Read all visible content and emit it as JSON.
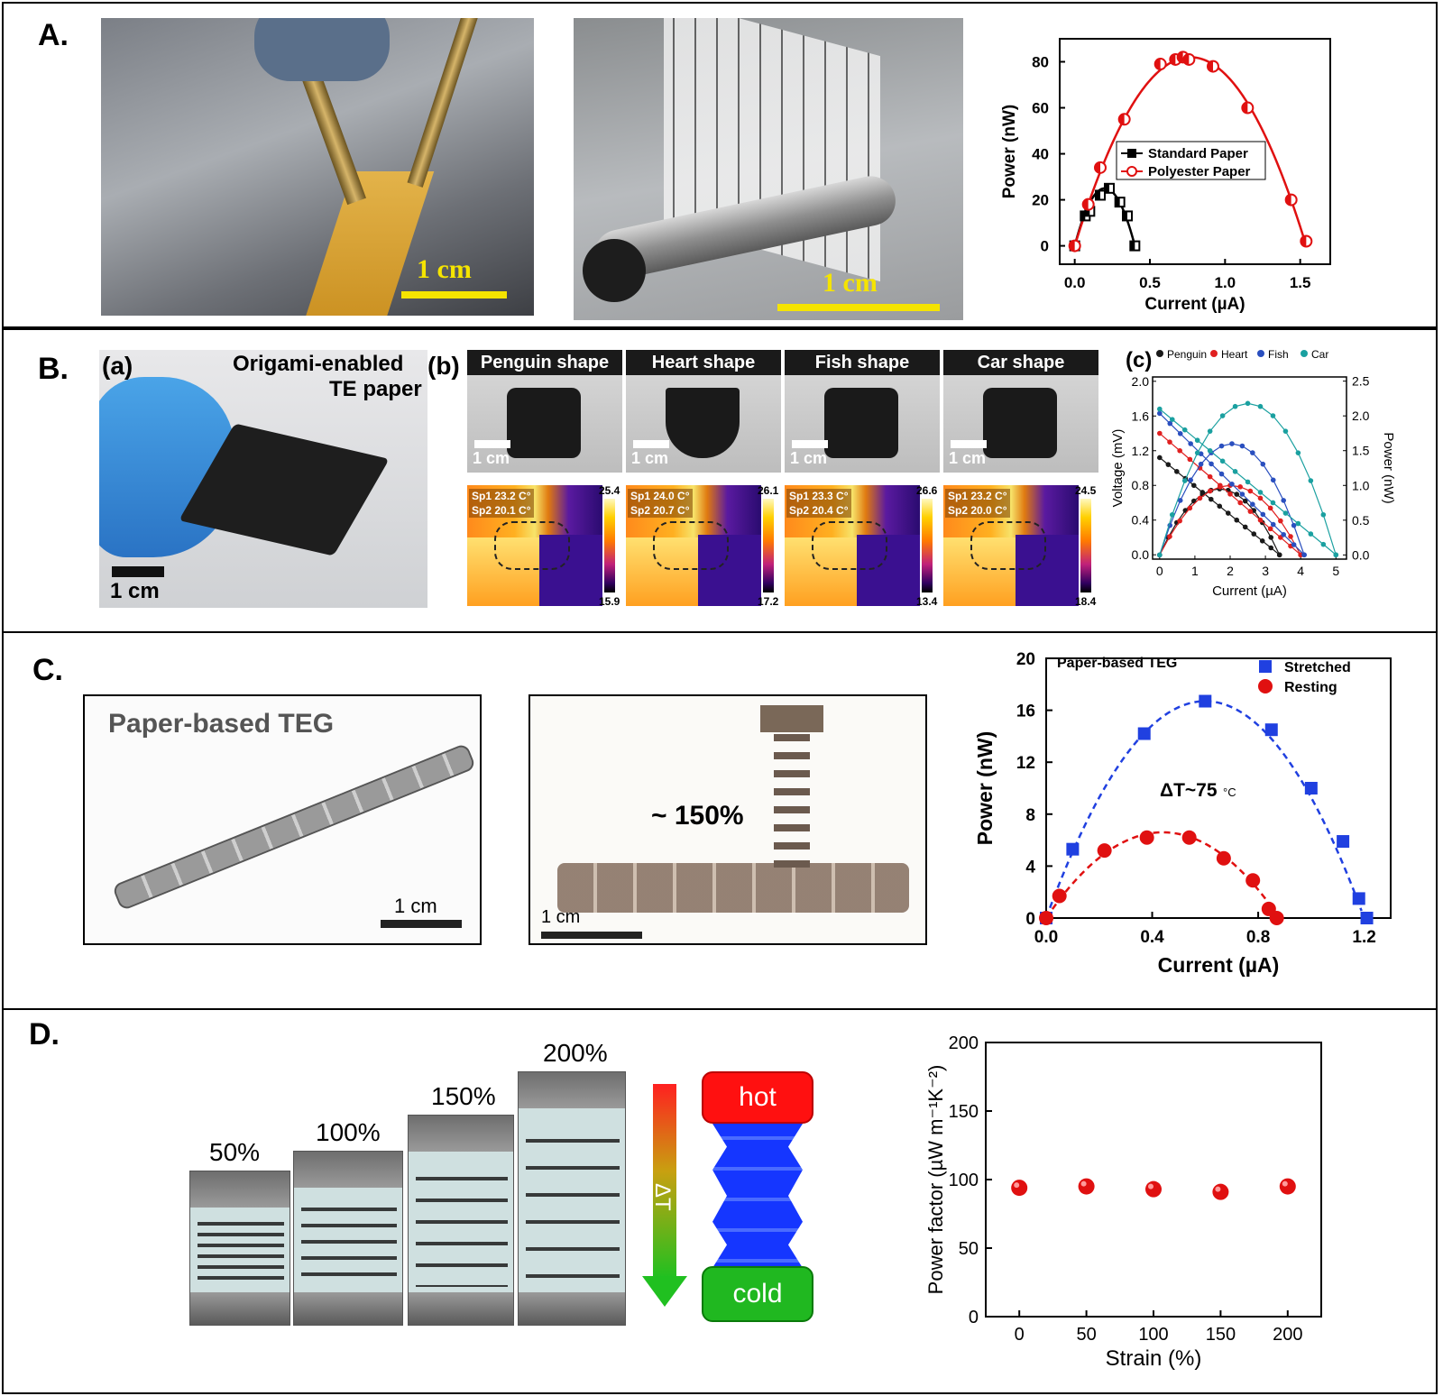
{
  "panelA": {
    "label": "A.",
    "photo1_scale": "1 cm",
    "photo2_scale": "1 cm",
    "chart": {
      "ylabel": "Power (nW)",
      "xlabel": "Current (µA)",
      "yticks": [
        "0",
        "20",
        "40",
        "60",
        "80"
      ],
      "xticks": [
        "0.0",
        "0.5",
        "1.0",
        "1.5"
      ],
      "legend": [
        "Standard Paper",
        "Polyester Paper"
      ]
    }
  },
  "panelB": {
    "label": "B.",
    "sub_a": "(a)",
    "sub_b": "(b)",
    "sub_c": "(c)",
    "origami_title": "Origami-enabled",
    "origami_title2": "TE paper",
    "photo_scale": "1 cm",
    "shapes": [
      {
        "name": "Penguin shape",
        "scale": "1 cm",
        "sp1": "Sp1  23.2 C°",
        "sp2": "Sp2  20.1 C°",
        "max": "25.4",
        "min": "15.9"
      },
      {
        "name": "Heart shape",
        "scale": "1 cm",
        "sp1": "Sp1  24.0 C°",
        "sp2": "Sp2  20.7 C°",
        "max": "26.1",
        "min": "17.2"
      },
      {
        "name": "Fish shape",
        "scale": "1 cm",
        "sp1": "Sp1  23.3 C°",
        "sp2": "Sp2  20.4 C°",
        "max": "26.6",
        "min": "13.4"
      },
      {
        "name": "Car shape",
        "scale": "1 cm",
        "sp1": "Sp1  23.2 C°",
        "sp2": "Sp2  20.0 C°",
        "max": "24.5",
        "min": "18.4"
      }
    ],
    "chart": {
      "ylabel_left": "Voltage (mV)",
      "ylabel_right": "Power (nW)",
      "xlabel": "Current (µA)",
      "yticks_left": [
        "0.0",
        "0.4",
        "0.8",
        "1.2",
        "1.6",
        "2.0"
      ],
      "yticks_right": [
        "0.0",
        "0.5",
        "1.0",
        "1.5",
        "2.0",
        "2.5"
      ],
      "xticks": [
        "0",
        "1",
        "2",
        "3",
        "4",
        "5"
      ],
      "legend": [
        "Penguin",
        "Heart",
        "Fish",
        "Car"
      ]
    }
  },
  "panelC": {
    "label": "C.",
    "photo1_title": "Paper-based TEG",
    "photo1_scale": "1 cm",
    "photo2_strain": "~ 150%",
    "photo2_scale": "1 cm",
    "chart": {
      "ylabel": "Power (nW)",
      "xlabel": "Current (µA)",
      "title": "Paper-based TEG",
      "annotation": "ΔT~75",
      "annotation_unit": "°C",
      "yticks": [
        "0",
        "4",
        "8",
        "12",
        "16",
        "20"
      ],
      "xticks": [
        "0.0",
        "0.4",
        "0.8",
        "1.2"
      ],
      "legend": [
        "Stretched",
        "Resting"
      ]
    }
  },
  "panelD": {
    "label": "D.",
    "strains": [
      "50%",
      "100%",
      "150%",
      "200%"
    ],
    "delta_t": "ΔT",
    "hot": "hot",
    "cold": "cold",
    "chart": {
      "ylabel": "Power factor (µW m⁻¹K⁻²)",
      "xlabel": "Strain (%)",
      "yticks": [
        "0",
        "50",
        "100",
        "150",
        "200"
      ],
      "xticks": [
        "0",
        "50",
        "100",
        "150",
        "200"
      ]
    }
  },
  "chart_data": [
    {
      "type": "scatter",
      "xlabel": "Current (µA)",
      "ylabel": "Power (nW)",
      "xlim": [
        -0.1,
        1.7
      ],
      "ylim": [
        -8,
        90
      ],
      "series": [
        {
          "name": "Standard Paper",
          "color": "#000000",
          "x": [
            0.0,
            0.07,
            0.1,
            0.17,
            0.23,
            0.3,
            0.35,
            0.4
          ],
          "y": [
            0,
            13,
            15,
            22,
            25,
            19,
            13,
            0
          ]
        },
        {
          "name": "Polyester Paper",
          "color": "#e01010",
          "x": [
            0.0,
            0.09,
            0.17,
            0.33,
            0.57,
            0.67,
            0.72,
            0.76,
            0.92,
            1.15,
            1.44,
            1.54
          ],
          "y": [
            0,
            18,
            34,
            55,
            79,
            81,
            82,
            81,
            78,
            60,
            20,
            2
          ]
        }
      ]
    },
    {
      "type": "line",
      "xlabel": "Current (µA)",
      "ylabel": "Voltage (mV)",
      "ylabel_right": "Power (nW)",
      "xlim": [
        -0.2,
        5.3
      ],
      "ylim": [
        -0.05,
        2.05
      ],
      "ylim_right": [
        -0.06,
        2.56
      ],
      "series": [
        {
          "name": "Penguin",
          "color": "#1a1a1a",
          "vmax": 1.12,
          "imax": 3.4,
          "pmax": 0.95
        },
        {
          "name": "Heart",
          "color": "#e02020",
          "vmax": 1.4,
          "imax": 4.0,
          "pmax": 1.0
        },
        {
          "name": "Fish",
          "color": "#2a4fbf",
          "vmax": 1.63,
          "imax": 4.1,
          "pmax": 1.6
        },
        {
          "name": "Car",
          "color": "#1aa0a0",
          "vmax": 1.68,
          "imax": 5.0,
          "pmax": 2.18
        }
      ]
    },
    {
      "type": "scatter",
      "title": "Paper-based TEG",
      "xlabel": "Current (µA)",
      "ylabel": "Power (nW)",
      "xlim": [
        0,
        1.3
      ],
      "ylim": [
        0,
        20
      ],
      "series": [
        {
          "name": "Stretched",
          "color": "#2040e0",
          "marker": "square",
          "x": [
            0.0,
            0.1,
            0.37,
            0.6,
            0.85,
            1.0,
            1.12,
            1.18,
            1.21
          ],
          "y": [
            0,
            5.3,
            14.2,
            16.7,
            14.5,
            10.0,
            5.9,
            1.5,
            0
          ]
        },
        {
          "name": "Resting",
          "color": "#e01010",
          "marker": "circle",
          "x": [
            0.0,
            0.05,
            0.22,
            0.38,
            0.54,
            0.67,
            0.78,
            0.84,
            0.87
          ],
          "y": [
            0,
            1.7,
            5.2,
            6.2,
            6.2,
            4.6,
            2.9,
            0.7,
            0
          ]
        }
      ]
    },
    {
      "type": "scatter",
      "xlabel": "Strain (%)",
      "ylabel": "Power factor (µW m⁻¹K⁻²)",
      "xlim": [
        -25,
        225
      ],
      "ylim": [
        0,
        200
      ],
      "series": [
        {
          "name": "",
          "color": "#e01010",
          "x": [
            0,
            50,
            100,
            150,
            200
          ],
          "y": [
            94,
            95,
            93,
            91,
            95
          ]
        }
      ]
    }
  ]
}
